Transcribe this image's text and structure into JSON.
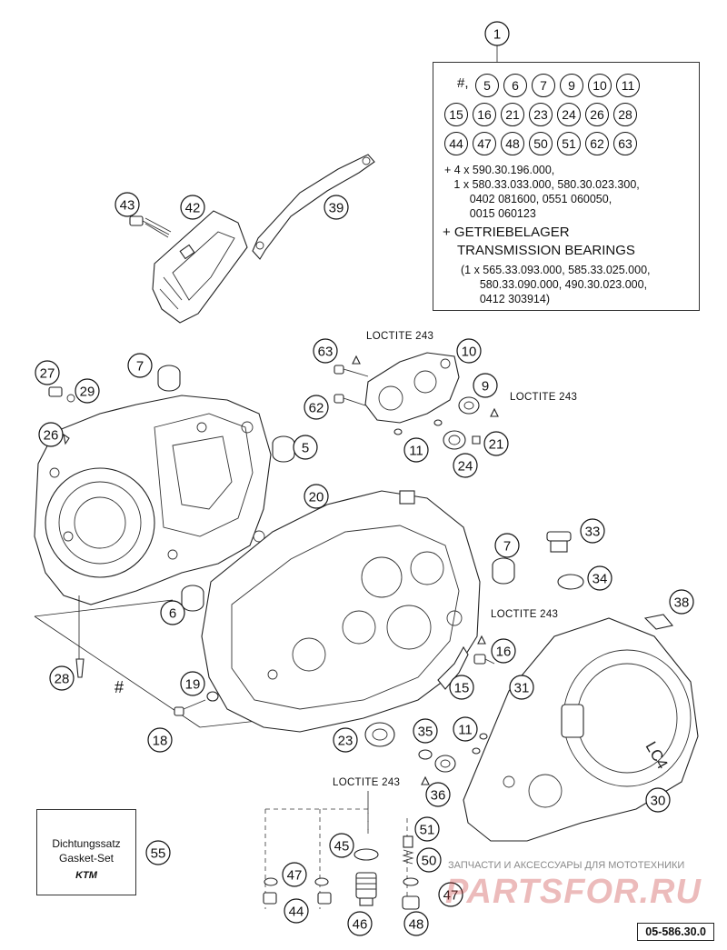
{
  "kit": {
    "callout": "1",
    "hash_row": "#,",
    "row1": [
      "5",
      "6",
      "7",
      "9",
      "10",
      "11"
    ],
    "row2": [
      "15",
      "16",
      "21",
      "23",
      "24",
      "26",
      "28"
    ],
    "row3": [
      "44",
      "47",
      "48",
      "50",
      "51",
      "62",
      "63"
    ],
    "lines": [
      "+ 4 x 590.30.196.000,",
      "   1 x 580.33.033.000, 580.30.023.300,",
      "        0402 081600, 0551 060050,",
      "        0015 060123"
    ],
    "bearing_title_1": "+ GETRIEBELAGER",
    "bearing_title_2": "TRANSMISSION BEARINGS",
    "bearing_lines": [
      "(1 x 565.33.093.000, 585.33.025.000,",
      "      580.33.090.000, 490.30.023.000,",
      "      0412 303914)"
    ]
  },
  "loctite": {
    "label_1": "LOCTITE 243",
    "label_2": "LOCTITE 243",
    "label_3": "LOCTITE 243",
    "label_4": "LOCTITE 243"
  },
  "hash_marks": {
    "mark_1": "#"
  },
  "gasket_set": {
    "line1": "Dichtungssatz",
    "line2": "Gasket-Set",
    "brand": "KTM",
    "callout": "55"
  },
  "callouts": {
    "c43": "43",
    "c42": "42",
    "c39": "39",
    "c7a": "7",
    "c27": "27",
    "c29": "29",
    "c26": "26",
    "c5": "5",
    "c63": "63",
    "c62": "62",
    "c10": "10",
    "c9": "9",
    "c21": "21",
    "c11a": "11",
    "c24": "24",
    "c20": "20",
    "c7b": "7",
    "c33": "33",
    "c34": "34",
    "c6": "6",
    "c38": "38",
    "c16": "16",
    "c15": "15",
    "c31": "31",
    "c28": "28",
    "c19": "19",
    "c18": "18",
    "c23": "23",
    "c35": "35",
    "c11b": "11",
    "c36": "36",
    "c30": "30",
    "c45": "45",
    "c51": "51",
    "c50": "50",
    "c47a": "47",
    "c47b": "47",
    "c44": "44",
    "c46": "46",
    "c48": "48"
  },
  "cover_logo": "LC4",
  "ref_code": "05-586.30.0",
  "watermark": {
    "top": "ЗАПЧАСТИ И АКСЕССУАРЫ ДЛЯ МОТОТЕХНИКИ",
    "brand": "PARTSFOR.RU"
  }
}
